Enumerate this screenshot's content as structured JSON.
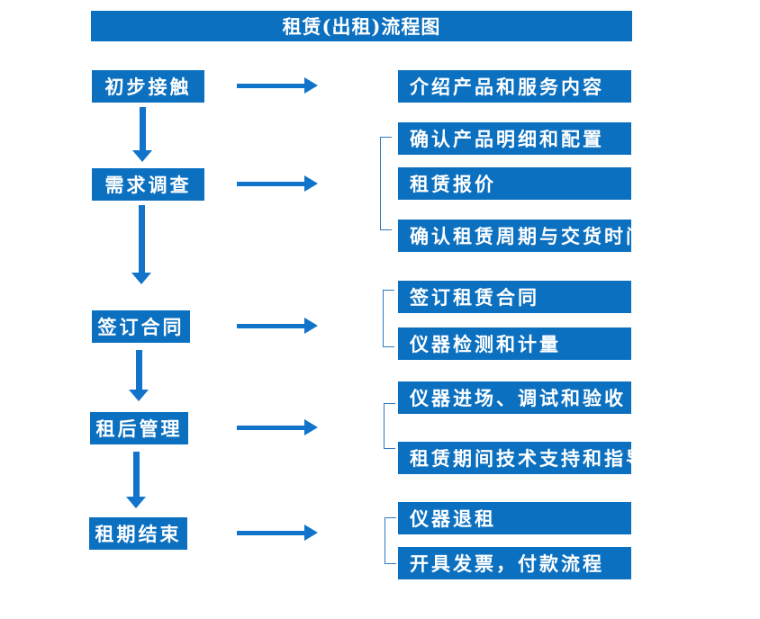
{
  "diagram": {
    "title": "租赁(出租)流程图",
    "colors": {
      "box": "#0C70C0",
      "arrow": "#1173C9",
      "bracket": "#2E79C0",
      "text": "#FFFFFF",
      "background": "#FFFFFF"
    },
    "steps": [
      {
        "label": "初步接触",
        "outputs": [
          "介绍产品和服务内容"
        ]
      },
      {
        "label": "需求调查",
        "outputs": [
          "确认产品明细和配置",
          "租赁报价",
          "确认租赁周期与交货时间"
        ]
      },
      {
        "label": "签订合同",
        "outputs": [
          "签订租赁合同",
          "仪器检测和计量"
        ]
      },
      {
        "label": "租后管理",
        "outputs": [
          "仪器进场、调试和验收",
          "租赁期间技术支持和指导"
        ]
      },
      {
        "label": "租期结束",
        "outputs": [
          "仪器退租",
          "开具发票，付款流程"
        ]
      }
    ]
  }
}
